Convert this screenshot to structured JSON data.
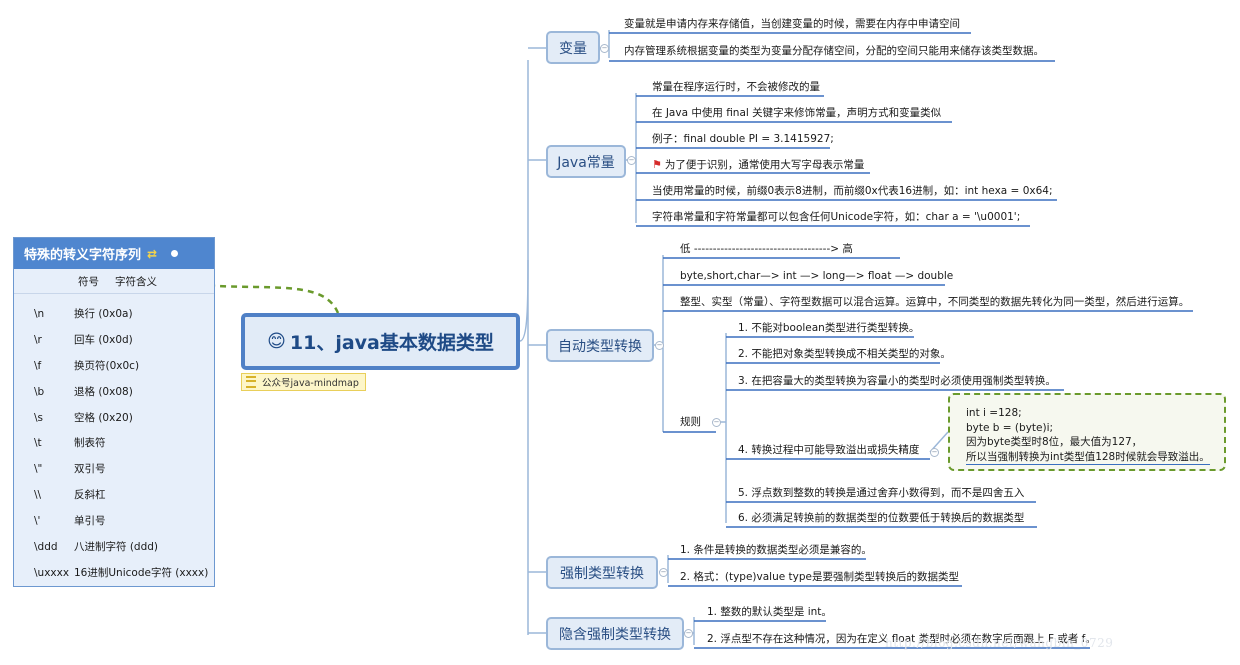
{
  "root": {
    "emoji": "😊",
    "title": "11、java基本数据类型"
  },
  "tag": "公众号java-mindmap",
  "topics": {
    "var": "变量",
    "const": "Java常量",
    "auto": "自动类型转换",
    "force": "强制类型转换",
    "implicit": "隐含强制类型转换",
    "rules": "规则"
  },
  "var_items": [
    "变量就是申请内存来存储值，当创建变量的时候，需要在内存中申请空间",
    "内存管理系统根据变量的类型为变量分配存储空间，分配的空间只能用来储存该类型数据。"
  ],
  "const_items": [
    "常量在程序运行时，不会被修改的量",
    "在 Java 中使用 final 关键字来修饰常量，声明方式和变量类似",
    "例子：final double PI = 3.1415927;",
    "为了便于识别，通常使用大写字母表示常量",
    "当使用常量的时候，前缀0表示8进制，而前缀0x代表16进制，如：int hexa =  0x64;",
    "字符串常量和字符常量都可以包含任何Unicode字符，如：char a = '\\u0001';"
  ],
  "auto_items": [
    "低  ------------------------------------>  高",
    "byte,short,char—> int —> long—> float —> double",
    "整型、实型（常量）、字符型数据可以混合运算。运算中，不同类型的数据先转化为同一类型，然后进行运算。"
  ],
  "rule_items": [
    "1. 不能对boolean类型进行类型转换。",
    "2. 不能把对象类型转换成不相关类型的对象。",
    "3. 在把容量大的类型转换为容量小的类型时必须使用强制类型转换。",
    "4. 转换过程中可能导致溢出或损失精度",
    "5. 浮点数到整数的转换是通过舍弃小数得到，而不是四舍五入",
    "6. 必须满足转换前的数据类型的位数要低于转换后的数据类型"
  ],
  "callout_lines": [
    "int i =128;",
    "byte b = (byte)i;",
    "因为byte类型时8位，最大值为127，",
    "所以当强制转换为int类型值128时候就会导致溢出。"
  ],
  "force_items": [
    "1. 条件是转换的数据类型必须是兼容的。",
    "2. 格式：(type)value type是要强制类型转换后的数据类型"
  ],
  "implicit_items": [
    "1. 整数的默认类型是 int。",
    "2. 浮点型不存在这种情况，因为在定义 float 类型时必须在数字后面跟上 F 或者 f。"
  ],
  "panel": {
    "title": "特殊的转义字符序列",
    "col_symbol": "符号",
    "col_meaning": "字符含义",
    "rows": [
      {
        "sym": "\\n",
        "meaning": "换行 (0x0a)"
      },
      {
        "sym": "\\r",
        "meaning": "回车 (0x0d)"
      },
      {
        "sym": "\\f",
        "meaning": "换页符(0x0c)"
      },
      {
        "sym": "\\b",
        "meaning": "退格 (0x08)"
      },
      {
        "sym": "\\s",
        "meaning": "空格 (0x20)"
      },
      {
        "sym": "\\t",
        "meaning": "制表符"
      },
      {
        "sym": "\\\"",
        "meaning": "双引号"
      },
      {
        "sym": "\\\\",
        "meaning": "反斜杠"
      },
      {
        "sym": "\\'",
        "meaning": "单引号"
      },
      {
        "sym": "\\ddd",
        "meaning": "八进制字符 (ddd)"
      },
      {
        "sym": "\\uxxxx",
        "meaning": "16进制Unicode字符 (xxxx)"
      }
    ]
  },
  "watermark": "http://blog.csdn.net/wangbin_0729",
  "colors": {
    "line": "#9bb7d9",
    "underline": "#3a6fbf",
    "dashed": "#6a9a2c",
    "root_border": "#4f80c6"
  }
}
